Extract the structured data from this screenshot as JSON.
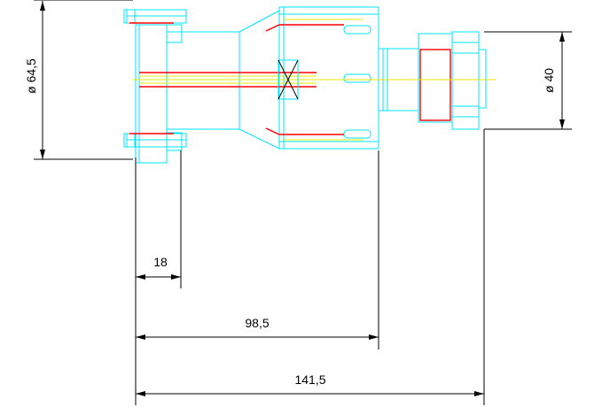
{
  "drawing": {
    "colors": {
      "outline": "#00e5ff",
      "hidden_edges": "#ff0000",
      "centerline": "#e8e800",
      "dimension": "#000000",
      "background": "#ffffff"
    },
    "dimensions": {
      "flange_diameter": "ø 64,5",
      "nut_diameter": "ø 40",
      "flange_thickness": "18",
      "body_length": "98,5",
      "overall_length": "141,5"
    }
  }
}
